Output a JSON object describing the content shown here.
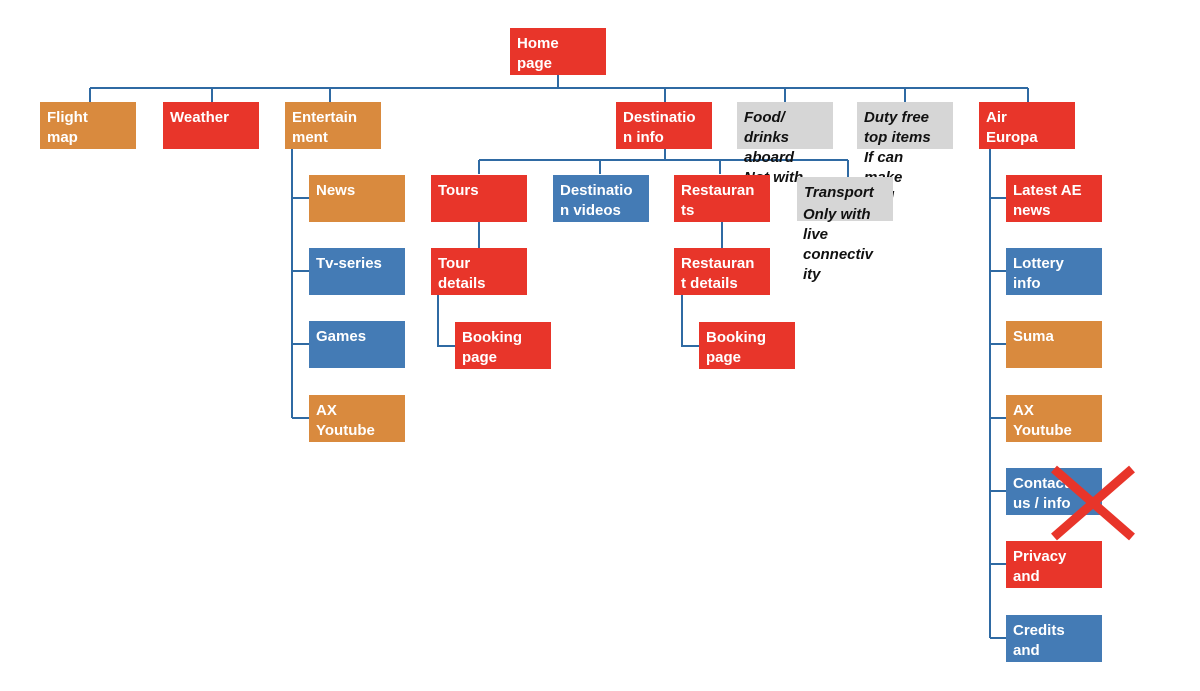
{
  "colors": {
    "red": "#e8352a",
    "orange": "#d98a3e",
    "blue": "#447bb5",
    "gray": "#d6d6d6",
    "connector": "#2f6aa3",
    "cross": "#e8352a"
  },
  "nodes": {
    "home": "Home\npage",
    "flight_map": "Flight\nmap",
    "weather": "Weather",
    "entertainment": "Entertain\nment",
    "news": "News",
    "tv_series": "Tv-series",
    "games": "Games",
    "ax_youtube_ent": "AX\nYoutube",
    "destination_info": "Destinatio\nn info",
    "tours": "Tours",
    "tour_details": "Tour\ndetails",
    "booking_tour": "Booking\npage",
    "destination_videos": "Destinatio\nn videos",
    "restaurants": "Restauran\nts",
    "restaurant_details": "Restauran\nt details",
    "booking_rest": "Booking\npage",
    "food_drinks": "Food/\ndrinks\naboard\nNot with\nUX",
    "transport": "Transport",
    "transport_note": "Only with\nlive\nconnectiv\nity",
    "duty_free": "Duty free\ntop items\nIf can\nmake\ndeal",
    "air_europa": "Air\nEuropa",
    "latest_ae_news": "Latest AE\nnews",
    "lottery_info": "Lottery\ninfo",
    "suma": "Suma",
    "ax_youtube_ae": "AX\nYoutube",
    "contact_us": "Contact\nus / info",
    "privacy": "Privacy\nand",
    "credits": "Credits\nand"
  },
  "annotations": {
    "contact_removed": "cross-mark"
  }
}
